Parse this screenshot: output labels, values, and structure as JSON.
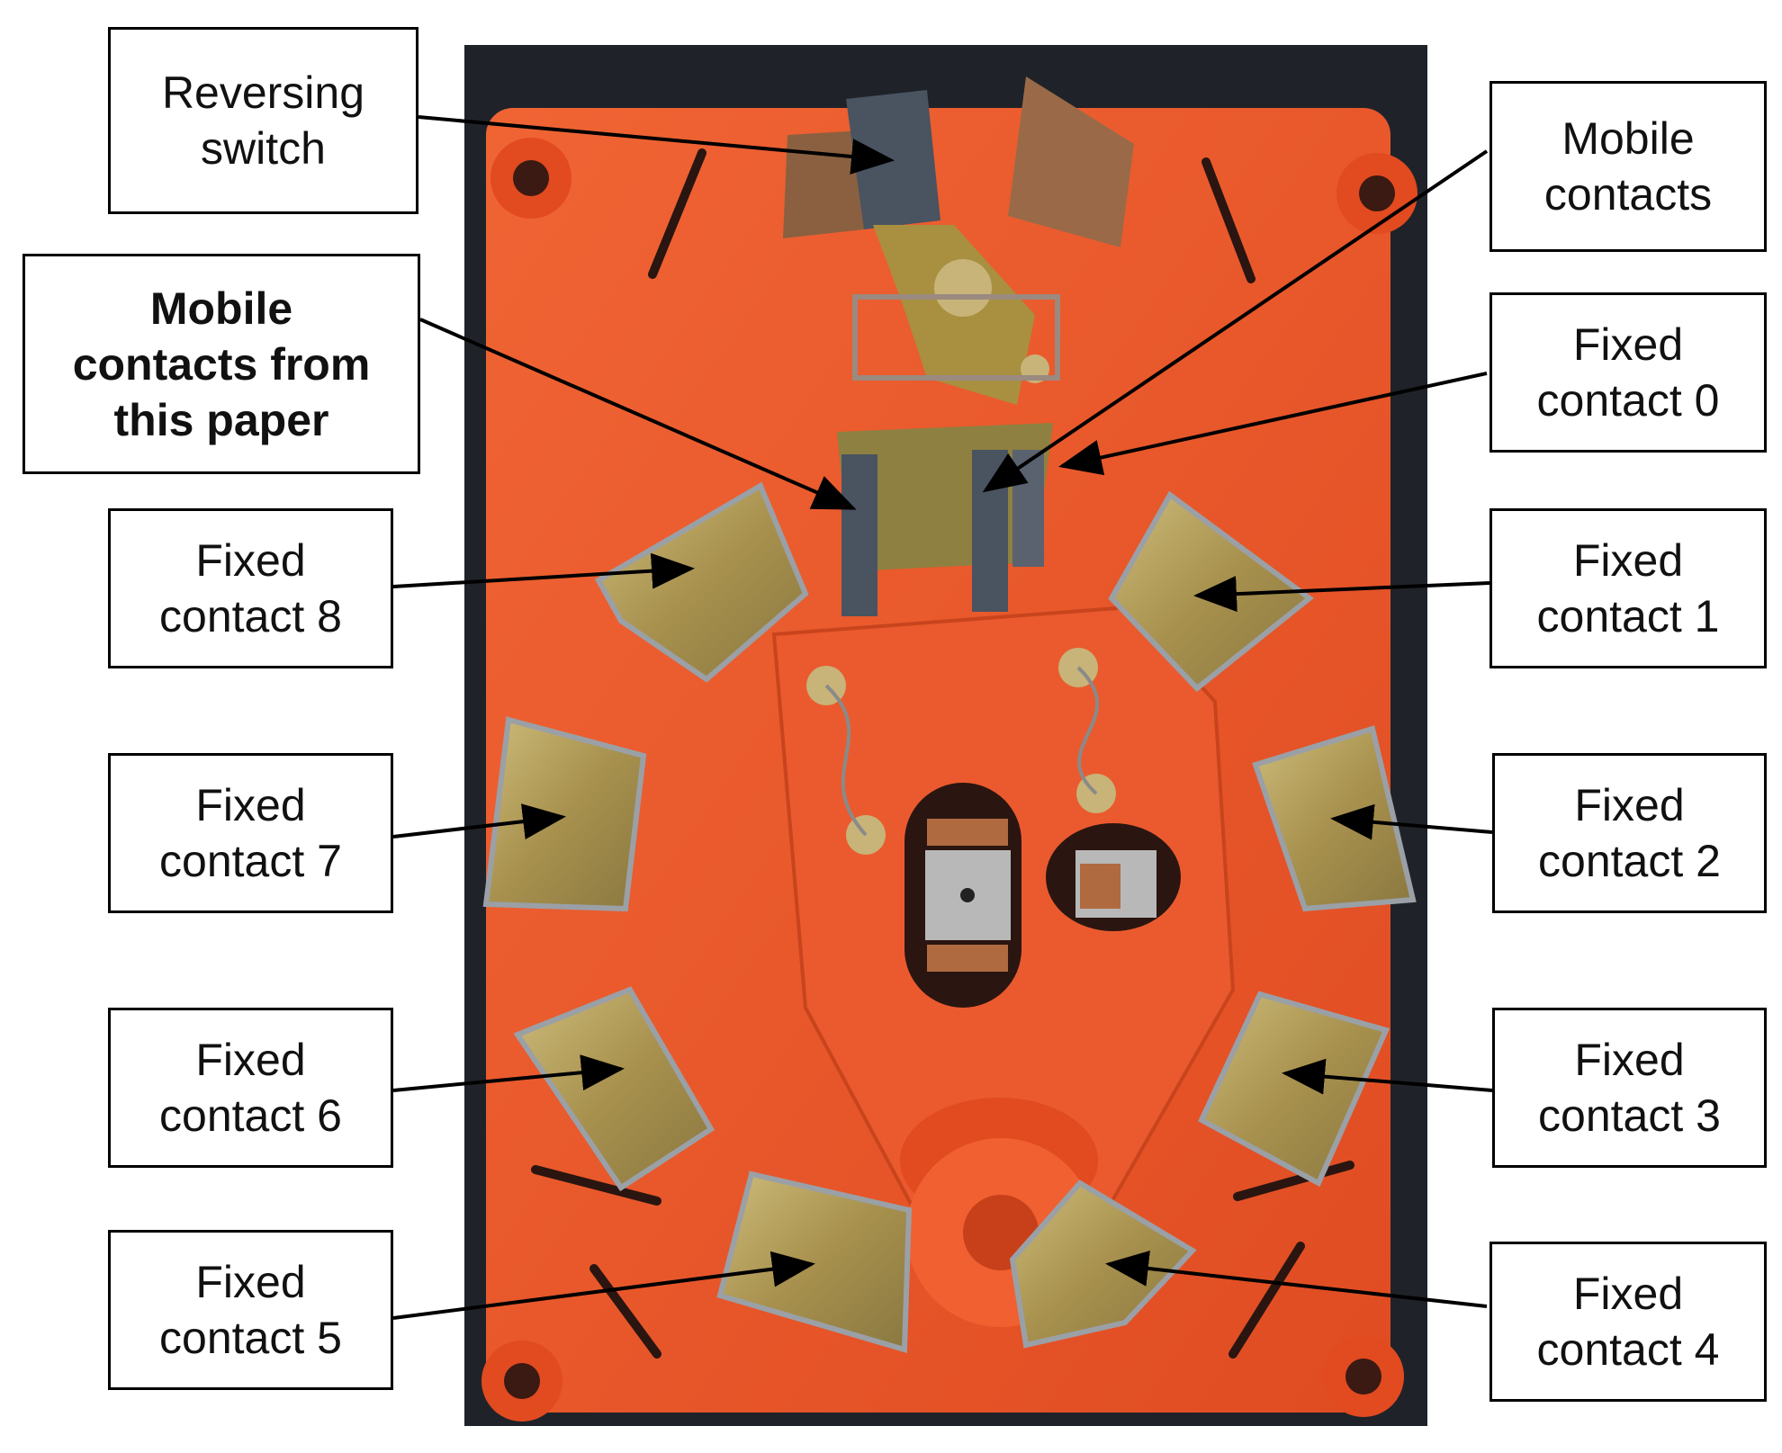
{
  "callouts": {
    "reversing_switch": {
      "lines": [
        "Reversing",
        "switch"
      ]
    },
    "mobile_contacts": {
      "lines": [
        "Mobile",
        "contacts"
      ]
    },
    "mobile_contacts_paper": {
      "lines": [
        "Mobile",
        "contacts from",
        "this paper"
      ]
    },
    "fixed_0": {
      "lines": [
        "Fixed",
        "contact 0"
      ]
    },
    "fixed_1": {
      "lines": [
        "Fixed",
        "contact 1"
      ]
    },
    "fixed_2": {
      "lines": [
        "Fixed",
        "contact 2"
      ]
    },
    "fixed_3": {
      "lines": [
        "Fixed",
        "contact 3"
      ]
    },
    "fixed_4": {
      "lines": [
        "Fixed",
        "contact 4"
      ]
    },
    "fixed_5": {
      "lines": [
        "Fixed",
        "contact 5"
      ]
    },
    "fixed_6": {
      "lines": [
        "Fixed",
        "contact 6"
      ]
    },
    "fixed_7": {
      "lines": [
        "Fixed",
        "contact 7"
      ]
    },
    "fixed_8": {
      "lines": [
        "Fixed",
        "contact 8"
      ]
    }
  },
  "colors": {
    "background": "#1f2329",
    "base_plate": "#e8542a",
    "brass": "#b8a25e",
    "steel": "#4a5360",
    "slot": "#2a1510"
  }
}
